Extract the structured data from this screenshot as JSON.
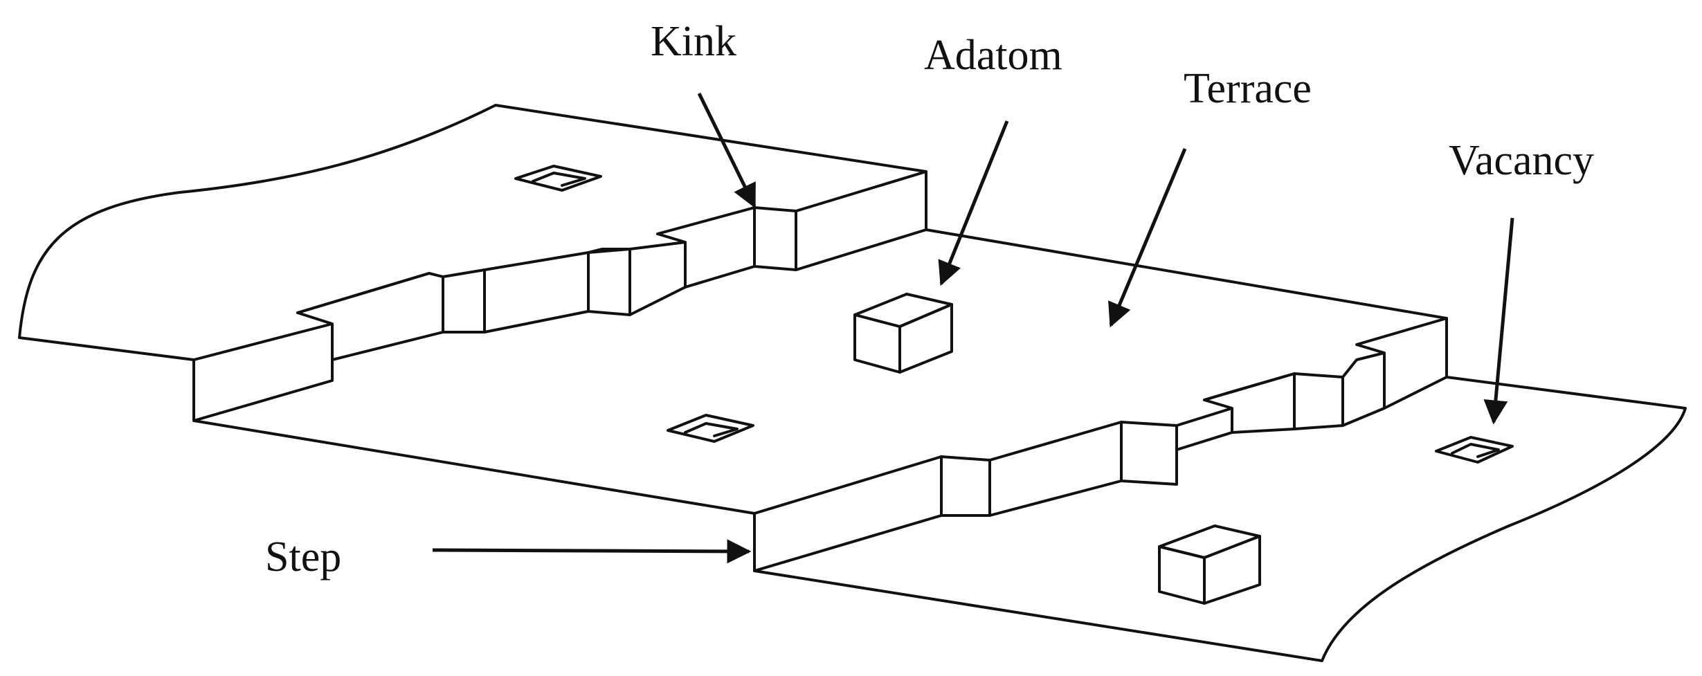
{
  "diagram": {
    "labels": {
      "kink": "Kink",
      "adatom": "Adatom",
      "terrace": "Terrace",
      "vacancy": "Vacancy",
      "step": "Step"
    },
    "colors": {
      "line": "#111111",
      "background": "#ffffff"
    },
    "icons": {
      "pointer": "arrow-icon",
      "vacancy": "vacancy-icon",
      "adatom": "adatom-icon"
    }
  }
}
